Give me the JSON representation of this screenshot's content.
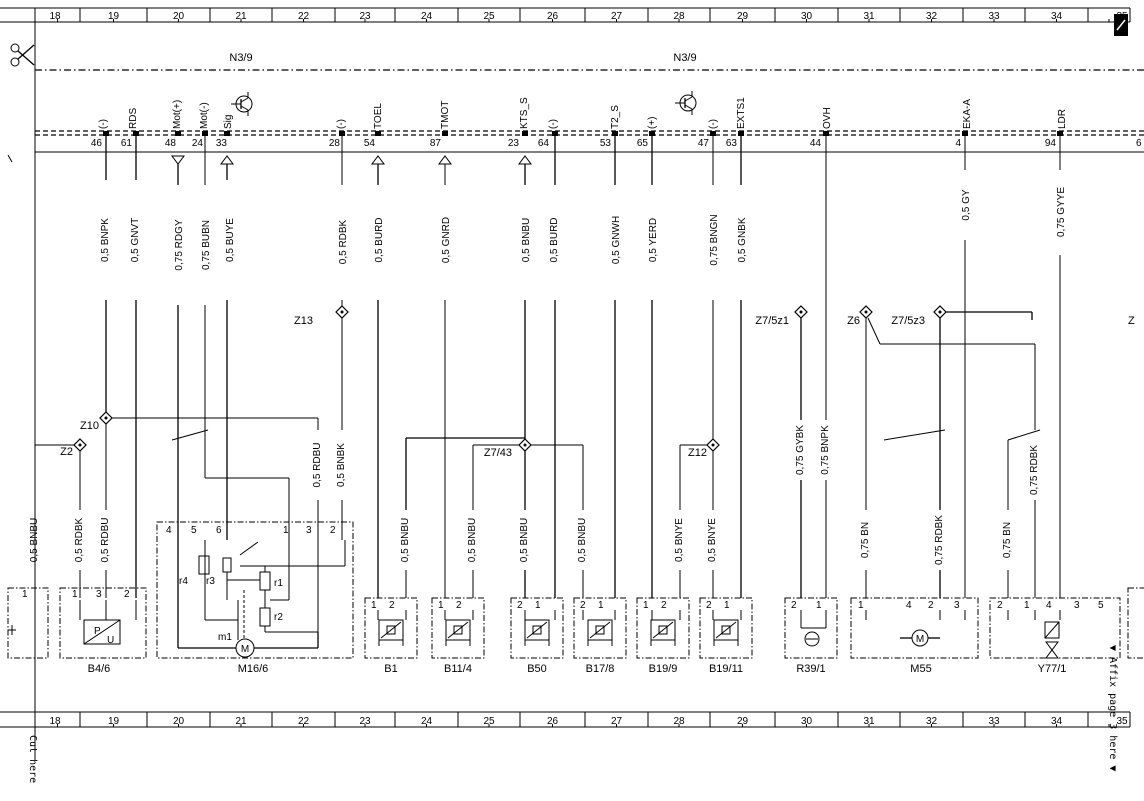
{
  "grid": {
    "columns": [
      "18",
      "19",
      "20",
      "21",
      "22",
      "23",
      "24",
      "25",
      "26",
      "27",
      "28",
      "29",
      "30",
      "31",
      "32",
      "33",
      "34",
      "35"
    ]
  },
  "header": {
    "connector_left": "N3/9",
    "connector_right": "N3/9"
  },
  "signals": [
    {
      "id": "s46",
      "name": "(-)",
      "pin": "46",
      "wire": "0,5 BNPK"
    },
    {
      "id": "s61",
      "name": "RDS",
      "pin": "61",
      "wire": "0,5 GNVT"
    },
    {
      "id": "s48",
      "name": "Mot(+)",
      "pin": "48",
      "wire": "0,75 RDGY"
    },
    {
      "id": "s24",
      "name": "Mot(-)",
      "pin": "24",
      "wire": "0,75 BUBN"
    },
    {
      "id": "s33",
      "name": "Sig",
      "pin": "33",
      "wire": "0,5 BUYE"
    },
    {
      "id": "s28",
      "name": "(-)",
      "pin": "28",
      "wire": "0,5 RDBK"
    },
    {
      "id": "s54",
      "name": "TOEL",
      "pin": "54",
      "wire": "0,5 BURD"
    },
    {
      "id": "s87",
      "name": "TMOT",
      "pin": "87",
      "wire": "0,5 GNRD"
    },
    {
      "id": "s23",
      "name": "KTS_S",
      "pin": "23",
      "wire": "0,5 BNBU"
    },
    {
      "id": "s64",
      "name": "(-)",
      "pin": "64",
      "wire": "0,5 BURD"
    },
    {
      "id": "s53",
      "name": "T2_S",
      "pin": "53",
      "wire": "0,5 GNWH"
    },
    {
      "id": "s65",
      "name": "(+)",
      "pin": "65",
      "wire": "0,5 YERD"
    },
    {
      "id": "s47",
      "name": "(-)",
      "pin": "47",
      "wire": "0,75 BNGN"
    },
    {
      "id": "s63",
      "name": "EXTS1",
      "pin": "63",
      "wire": "0,5 GNBK"
    },
    {
      "id": "s44",
      "name": "OVH",
      "pin": "44",
      "wire": ""
    },
    {
      "id": "s4",
      "name": "EKA-A",
      "pin": "4",
      "wire": "0,5 GY"
    },
    {
      "id": "s94",
      "name": "LDR",
      "pin": "94",
      "wire": "0,75 GYYE"
    }
  ],
  "partial_pin_right": "6",
  "splices": {
    "z13": "Z13",
    "z10": "Z10",
    "z2": "Z2",
    "z7_43": "Z7/43",
    "z12": "Z12",
    "z7_5z1": "Z7/5z1",
    "z6": "Z6",
    "z7_5z3": "Z7/5z3",
    "z_cut": "Z"
  },
  "lower_wires": {
    "w_bnbu_18": "0,5 BNBU",
    "w_rdbk_19": "0,5 RDBK",
    "w_rdbu_19": "0,5 RDBU",
    "w_rdbu_22": "0,5 RDBU",
    "w_bnbk_22": "0,5 BNBK",
    "w_bnbu_b1": "0,5 BNBU",
    "w_bnbu_b11": "0,5 BNBU",
    "w_bnbu_b50": "0,5 BNBU",
    "w_bnbu_b17": "0,5 BNBU",
    "w_bnye_b19": "0,5 BNYE",
    "w_bnye_b1911": "0,5 BNYE",
    "w_gybk_r39": "0,75 GYBK",
    "w_bnpk_r39": "0,75 BNPK",
    "w_bn_m55": "0,75 BN",
    "w_rdbk_m55": "0,75 RDBK",
    "w_bn_y77": "0,75 BN",
    "w_rdbk_y77": "0,75 RDBK"
  },
  "components": {
    "b4_6": {
      "label": "B4/6",
      "pins": [
        "1",
        "3",
        "2"
      ],
      "sym_p": "P",
      "sym_u": "U"
    },
    "m16_6": {
      "label": "M16/6",
      "pins": [
        "4",
        "5",
        "6",
        "1",
        "3",
        "2"
      ],
      "r1": "r1",
      "r2": "r2",
      "r3": "r3",
      "r4": "r4",
      "m1": "m1",
      "mot": "M"
    },
    "b1": {
      "label": "B1",
      "pins": [
        "1",
        "2"
      ]
    },
    "b11_4": {
      "label": "B11/4",
      "pins": [
        "1",
        "2"
      ]
    },
    "b50": {
      "label": "B50",
      "pins": [
        "2",
        "1"
      ]
    },
    "b17_8": {
      "label": "B17/8",
      "pins": [
        "2",
        "1"
      ]
    },
    "b19_9": {
      "label": "B19/9",
      "pins": [
        "1",
        "2"
      ]
    },
    "b19_11": {
      "label": "B19/11",
      "pins": [
        "2",
        "1"
      ]
    },
    "r39_1": {
      "label": "R39/1",
      "pins": [
        "2",
        "1"
      ]
    },
    "m55": {
      "label": "M55",
      "pins": [
        "1",
        "4",
        "2",
        "3"
      ],
      "mot": "M"
    },
    "y77_1": {
      "label": "Y77/1",
      "pins": [
        "2",
        "1",
        "4",
        "3",
        "5"
      ]
    },
    "left_partial": {
      "pins": [
        "1"
      ]
    }
  },
  "margin_text": {
    "cut_here": "Cut here",
    "affix": "▼ Affix page 3 here ▼"
  }
}
